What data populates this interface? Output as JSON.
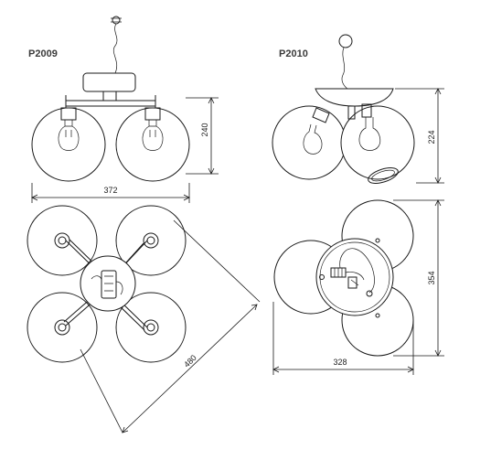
{
  "drawing": {
    "left": {
      "model": "P2009",
      "dim_width": "372",
      "dim_height": "240",
      "dim_diagonal": "480"
    },
    "right": {
      "model": "P2010",
      "dim_height": "224",
      "dim_depth": "354",
      "dim_width": "328"
    }
  }
}
